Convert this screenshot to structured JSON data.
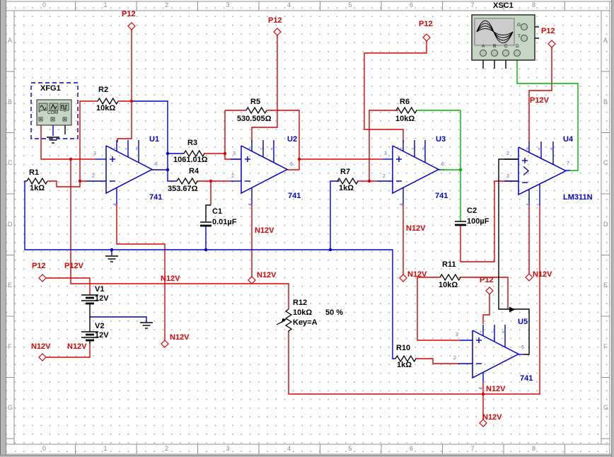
{
  "app": {
    "title": "Multisim schematic capture sheet"
  },
  "frame": {
    "columns": [
      "0",
      "1",
      "2",
      "3",
      "4",
      "5",
      "6",
      "7",
      "8"
    ],
    "rows": [
      "A",
      "B",
      "C",
      "D",
      "E",
      "F",
      "G"
    ]
  },
  "colors": {
    "wire_red": "#dd0000",
    "wire_blue": "#0000cc",
    "wire_green": "#00b400",
    "wire_black": "#000000",
    "net_label": "#dd0000",
    "designator": "#0000cc",
    "instrument_panel": "#c5d6c5"
  },
  "components": [
    {
      "designator": "R1",
      "value": "1kΩ",
      "type": "resistor"
    },
    {
      "designator": "R2",
      "value": "10kΩ",
      "type": "resistor"
    },
    {
      "designator": "R3",
      "value": "1061.01Ω",
      "type": "resistor"
    },
    {
      "designator": "R4",
      "value": "353.67Ω",
      "type": "resistor"
    },
    {
      "designator": "R5",
      "value": "530.505Ω",
      "type": "resistor"
    },
    {
      "designator": "R6",
      "value": "10kΩ",
      "type": "resistor"
    },
    {
      "designator": "R7",
      "value": "1kΩ",
      "type": "resistor"
    },
    {
      "designator": "R10",
      "value": "1kΩ",
      "type": "resistor"
    },
    {
      "designator": "R11",
      "value": "10kΩ",
      "type": "resistor"
    },
    {
      "designator": "R12",
      "value": "10kΩ",
      "type": "potentiometer",
      "setting": "50 %",
      "key": "Key=A"
    },
    {
      "designator": "C1",
      "value": "0.01µF",
      "type": "capacitor"
    },
    {
      "designator": "C2",
      "value": "100µF",
      "type": "capacitor"
    },
    {
      "designator": "V1",
      "value": "12V",
      "type": "dc-source"
    },
    {
      "designator": "V2",
      "value": "12V",
      "type": "dc-source"
    },
    {
      "designator": "U1",
      "part": "741",
      "type": "opamp"
    },
    {
      "designator": "U2",
      "part": "741",
      "type": "opamp"
    },
    {
      "designator": "U3",
      "part": "741",
      "type": "opamp"
    },
    {
      "designator": "U4",
      "part": "LM311N",
      "type": "comparator"
    },
    {
      "designator": "U5",
      "part": "741",
      "type": "opamp"
    },
    {
      "designator": "XFG1",
      "type": "function-generator",
      "terminals": [
        "+",
        "COM",
        "−"
      ]
    },
    {
      "designator": "XSC1",
      "type": "oscilloscope",
      "terminals": [
        "G",
        "T",
        "A",
        "B",
        "C",
        "D"
      ]
    }
  ],
  "nets": [
    "P12",
    "P12V",
    "N12V"
  ],
  "texts": [
    [
      "xfg1-label",
      "XFG1",
      57,
      120,
      "lbl"
    ],
    [
      "xsc1-label",
      "XSC1",
      697,
      3,
      "lbl"
    ],
    [
      "r1-name",
      "R1",
      41,
      239,
      "lbl"
    ],
    [
      "r1-value",
      "1kΩ",
      42,
      261,
      "lbl"
    ],
    [
      "r2-name",
      "R2",
      139,
      122,
      "lbl"
    ],
    [
      "r2-value",
      "10kΩ",
      136,
      148,
      "lbl"
    ],
    [
      "r3-name",
      "R3",
      265,
      197,
      "lbl"
    ],
    [
      "r3-value",
      "1061.01Ω",
      245,
      221,
      "lbl"
    ],
    [
      "r4-name",
      "R4",
      267,
      237,
      "lbl"
    ],
    [
      "r4-value",
      "353.67Ω",
      237,
      262,
      "lbl"
    ],
    [
      "r5-name",
      "R5",
      354,
      139,
      "lbl"
    ],
    [
      "r5-value",
      "530.505Ω",
      335,
      163,
      "lbl"
    ],
    [
      "r6-name",
      "R6",
      565,
      139,
      "lbl"
    ],
    [
      "r6-value",
      "10kΩ",
      559,
      163,
      "lbl"
    ],
    [
      "r7-name",
      "R7",
      481,
      238,
      "lbl"
    ],
    [
      "r7-value",
      "1kΩ",
      479,
      261,
      "lbl"
    ],
    [
      "r10-name",
      "R10",
      560,
      487,
      "lbl"
    ],
    [
      "r10-value",
      "1kΩ",
      561,
      511,
      "lbl"
    ],
    [
      "r11-name",
      "R11",
      625,
      369,
      "lbl"
    ],
    [
      "r11-value",
      "10kΩ",
      620,
      398,
      "lbl"
    ],
    [
      "r12-name",
      "R12",
      414,
      423,
      "lbl"
    ],
    [
      "r12-value",
      "10kΩ",
      414,
      437,
      "lbl"
    ],
    [
      "r12-key",
      "Key=A",
      414,
      451,
      "lbl"
    ],
    [
      "r12-percent",
      "50 %",
      460,
      437,
      "lbl"
    ],
    [
      "c1-name",
      "C1",
      300,
      294,
      "lbl"
    ],
    [
      "c1-value",
      "0.01µF",
      300,
      309,
      "lbl"
    ],
    [
      "c2-name",
      "C2",
      660,
      293,
      "lbl"
    ],
    [
      "c2-value",
      "100µF",
      660,
      308,
      "lbl"
    ],
    [
      "v1-name",
      "V1",
      134,
      404,
      "lbl"
    ],
    [
      "v1-value",
      "12V",
      134,
      417,
      "lbl"
    ],
    [
      "v2-name",
      "V2",
      134,
      456,
      "lbl"
    ],
    [
      "v2-value",
      "12V",
      134,
      469,
      "lbl"
    ],
    [
      "u1-designator",
      "U1",
      211,
      192,
      "des"
    ],
    [
      "u1-part",
      "741",
      211,
      274,
      "des"
    ],
    [
      "u2-designator",
      "U2",
      406,
      192,
      "des"
    ],
    [
      "u2-part",
      "741",
      407,
      272,
      "des"
    ],
    [
      "u3-designator",
      "U3",
      616,
      192,
      "des"
    ],
    [
      "u3-part",
      "741",
      615,
      272,
      "des"
    ],
    [
      "u4-designator",
      "U4",
      796,
      192,
      "des"
    ],
    [
      "u4-part",
      "LM311N",
      796,
      274,
      "des"
    ],
    [
      "u5-designator",
      "U5",
      732,
      450,
      "des"
    ],
    [
      "u5-part",
      "741",
      735,
      530,
      "des"
    ],
    [
      "p12-top1",
      "P12",
      172,
      15,
      "net"
    ],
    [
      "p12-top2",
      "P12",
      379,
      24,
      "net"
    ],
    [
      "p12-top3",
      "P12",
      592,
      29,
      "net"
    ],
    [
      "p12-top4",
      "P12",
      765,
      39,
      "net"
    ],
    [
      "p12-batt",
      "P12",
      45,
      371,
      "net"
    ],
    [
      "p12v-batt",
      "P12V",
      91,
      371,
      "net"
    ],
    [
      "p12v-u4",
      "P12V",
      749,
      137,
      "net"
    ],
    [
      "p12-u5",
      "P12",
      678,
      391,
      "net"
    ],
    [
      "n12v-trunk",
      "N12V",
      227,
      389,
      "net"
    ],
    [
      "n12v-u2-mid",
      "N12V",
      360,
      321,
      "net"
    ],
    [
      "n12v-u2-conn",
      "N12V",
      363,
      384,
      "net"
    ],
    [
      "n12v-u3-mid",
      "N12V",
      574,
      318,
      "net"
    ],
    [
      "n12v-u3-conn",
      "N12V",
      576,
      383,
      "net"
    ],
    [
      "n12v-u1-conn",
      "N12V",
      240,
      472,
      "net"
    ],
    [
      "n12v-batt1",
      "N12V",
      44,
      485,
      "net"
    ],
    [
      "n12v-batt2",
      "N12V",
      95,
      485,
      "net"
    ],
    [
      "n12v-u4-conn",
      "N12V",
      753,
      383,
      "net"
    ],
    [
      "n12v-u5-mid",
      "N12V",
      687,
      545,
      "net"
    ],
    [
      "n12v-u5-conn",
      "N12V",
      682,
      585,
      "net"
    ],
    [
      "xfg-plus-label",
      "+",
      54,
      156,
      "tiny"
    ],
    [
      "xfg-com-label",
      "COM",
      67,
      157,
      "tiny"
    ],
    [
      "xfg-minus-label",
      "−",
      90,
      156,
      "tiny"
    ],
    [
      "xsc-g-label",
      "G",
      731,
      33,
      "tiny"
    ],
    [
      "xsc-t-label",
      "T",
      732,
      49,
      "tiny"
    ],
    [
      "xsc-a-label",
      "A",
      681,
      63,
      "tiny"
    ],
    [
      "xsc-b-label",
      "B",
      697,
      63,
      "tiny"
    ],
    [
      "xsc-c-label",
      "C",
      713,
      63,
      "tiny"
    ],
    [
      "xsc-d-label",
      "D",
      729,
      63,
      "tiny"
    ],
    [
      "u1-pin3",
      "3",
      132,
      214,
      "pin"
    ],
    [
      "u1-pin2",
      "2",
      130,
      246,
      "pin"
    ],
    [
      "u1-pin6",
      "6",
      219,
      229,
      "pin"
    ],
    [
      "u1-pin7",
      "7",
      161,
      212,
      "pinr"
    ],
    [
      "u1-pin1",
      "1",
      177,
      212,
      "pinr"
    ],
    [
      "u1-pin5",
      "5",
      192,
      212,
      "pinr"
    ],
    [
      "u1-pin4",
      "4",
      160,
      291,
      "pinr"
    ],
    [
      "u2-pin3",
      "3",
      329,
      214,
      "pin"
    ],
    [
      "u2-pin2",
      "2",
      327,
      246,
      "pin"
    ],
    [
      "u2-pin6",
      "6",
      410,
      229,
      "pin"
    ],
    [
      "u2-pin7",
      "7",
      352,
      212,
      "pinr"
    ],
    [
      "u2-pin1",
      "1",
      368,
      212,
      "pinr"
    ],
    [
      "u2-pin5",
      "5",
      383,
      212,
      "pinr"
    ],
    [
      "u2-pin4",
      "4",
      351,
      291,
      "pinr"
    ],
    [
      "u3-pin3",
      "3",
      543,
      214,
      "pin"
    ],
    [
      "u3-pin2",
      "2",
      541,
      246,
      "pin"
    ],
    [
      "u3-pin6",
      "6",
      624,
      229,
      "pin"
    ],
    [
      "u3-pin7",
      "7",
      566,
      212,
      "pinr"
    ],
    [
      "u3-pin1",
      "1",
      582,
      212,
      "pinr"
    ],
    [
      "u3-pin5",
      "5",
      597,
      212,
      "pinr"
    ],
    [
      "u3-pin4",
      "4",
      565,
      291,
      "pinr"
    ],
    [
      "u4-pin2",
      "2",
      716,
      214,
      "pin"
    ],
    [
      "u4-pin3",
      "3",
      716,
      246,
      "pin"
    ],
    [
      "u4-pin7",
      "7",
      801,
      228,
      "pin"
    ],
    [
      "u4-pin8",
      "8",
      744,
      212,
      "pinr"
    ],
    [
      "u4-pin5",
      "5",
      761,
      212,
      "pinr"
    ],
    [
      "u4-pin6",
      "6",
      778,
      212,
      "pinr"
    ],
    [
      "u4-pin4",
      "4",
      744,
      291,
      "pinr"
    ],
    [
      "u4-pin1",
      "1",
      759,
      291,
      "pinr"
    ],
    [
      "u5-pin3",
      "3",
      644,
      470,
      "pin"
    ],
    [
      "u5-pin2",
      "2",
      641,
      503,
      "pin"
    ],
    [
      "u5-pin6",
      "6",
      737,
      488,
      "pin"
    ],
    [
      "u5-pin7",
      "7",
      679,
      471,
      "pinr"
    ],
    [
      "u5-pin1",
      "1",
      695,
      471,
      "pinr"
    ],
    [
      "u5-pin5",
      "5",
      710,
      471,
      "pinr"
    ],
    [
      "u5-pin4",
      "4",
      677,
      551,
      "pinr"
    ]
  ]
}
